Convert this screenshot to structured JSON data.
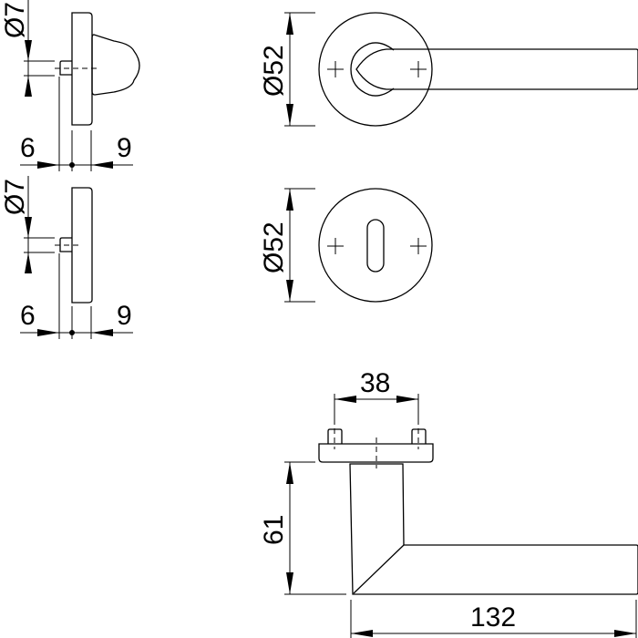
{
  "diagram": {
    "type": "technical-drawing",
    "subject": "lever door handle on round rose with escutcheon",
    "stroke_color": "#000000",
    "background_color": "#ffffff"
  },
  "views": {
    "side_handle_rose": {
      "spindle_dim": "Ø7",
      "left_dim": "6",
      "right_dim": "9"
    },
    "side_escutcheon": {
      "spindle_dim": "Ø7",
      "left_dim": "6",
      "right_dim": "9"
    },
    "front_handle_rose": {
      "diameter_dim": "Ø52"
    },
    "front_escutcheon": {
      "diameter_dim": "Ø52",
      "keyhole": "profile key slot"
    },
    "top_lever": {
      "screw_spacing_dim": "38",
      "height_dim": "61",
      "length_dim": "132"
    }
  }
}
